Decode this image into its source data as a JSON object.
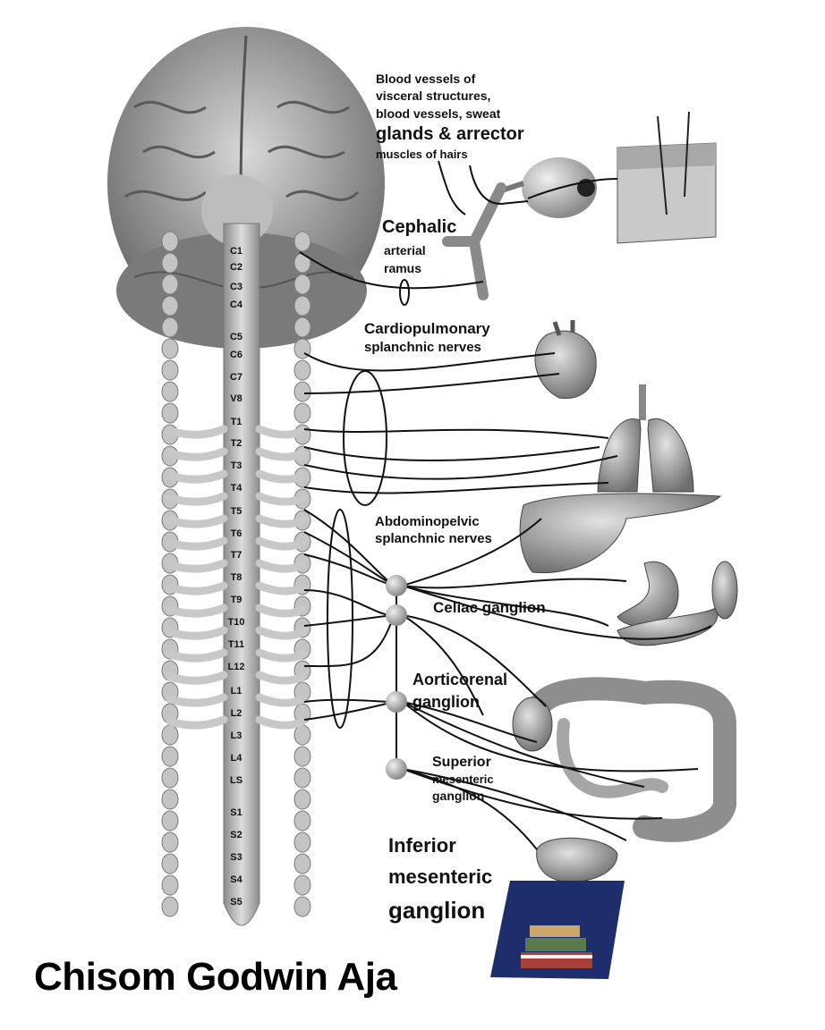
{
  "labels": {
    "blood_vessels_line1": "Blood vessels of",
    "blood_vessels_line2": "visceral structures,",
    "blood_vessels_line3": "blood vessels, sweat",
    "blood_vessels_line4": "glands & arrector",
    "blood_vessels_line5": "muscles of hairs",
    "cephalic_line1": "Cephalic",
    "cephalic_line2": "arterial",
    "cephalic_line3": "ramus",
    "cardio_line1": "Cardiopulmonary",
    "cardio_line2": "splanchnic nerves",
    "abdomino_line1": "Abdominopelvic",
    "abdomino_line2": "splanchnic nerves",
    "celiac": "Celiac ganglion",
    "aorticorenal_line1": "Aorticorenal",
    "aorticorenal_line2": "ganglion",
    "superior_line1": "Superior",
    "superior_line2": "mesenteric",
    "superior_line3": "ganglion",
    "inferior_line1": "Inferior",
    "inferior_line2": "mesenteric",
    "inferior_line3": "ganglion"
  },
  "segments": [
    "C1",
    "C2",
    "C3",
    "C4",
    "C5",
    "C6",
    "C7",
    "V8",
    "T1",
    "T2",
    "T3",
    "T4",
    "T5",
    "T6",
    "T7",
    "T8",
    "T9",
    "T10",
    "T11",
    "L12",
    "L1",
    "L2",
    "L3",
    "L4",
    "LS",
    "S1",
    "S2",
    "S3",
    "S4",
    "S5"
  ],
  "author": "Chisom Godwin Aja",
  "colors": {
    "background": "#ffffff",
    "tissue": "#9a9a9a",
    "nerve": "#111111",
    "book_panel": "#1e2d6b"
  }
}
